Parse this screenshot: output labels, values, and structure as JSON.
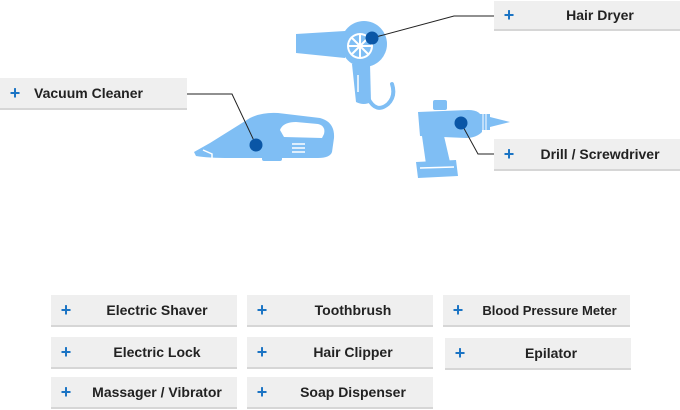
{
  "colors": {
    "appliance_fill": "#7fbef4",
    "appliance_light": "#ffffff",
    "hotspot": "#0a56a6",
    "leader_line": "#222222",
    "plus": "#1b74c4",
    "label_bg": "#efefef"
  },
  "icons": {
    "plus": "+"
  },
  "hotspots": [
    {
      "id": "hair-dryer",
      "label": "Hair Dryer"
    },
    {
      "id": "vacuum-cleaner",
      "label": "Vacuum Cleaner"
    },
    {
      "id": "drill-screwdriver",
      "label": "Drill / Screwdriver"
    }
  ],
  "categories": [
    {
      "id": "electric-shaver",
      "label": "Electric Shaver"
    },
    {
      "id": "toothbrush",
      "label": "Toothbrush"
    },
    {
      "id": "blood-pressure-meter",
      "label": "Blood Pressure Meter"
    },
    {
      "id": "electric-lock",
      "label": "Electric Lock"
    },
    {
      "id": "hair-clipper",
      "label": "Hair Clipper"
    },
    {
      "id": "epilator",
      "label": "Epilator"
    },
    {
      "id": "massager-vibrator",
      "label": "Massager / Vibrator"
    },
    {
      "id": "soap-dispenser",
      "label": "Soap Dispenser"
    }
  ]
}
